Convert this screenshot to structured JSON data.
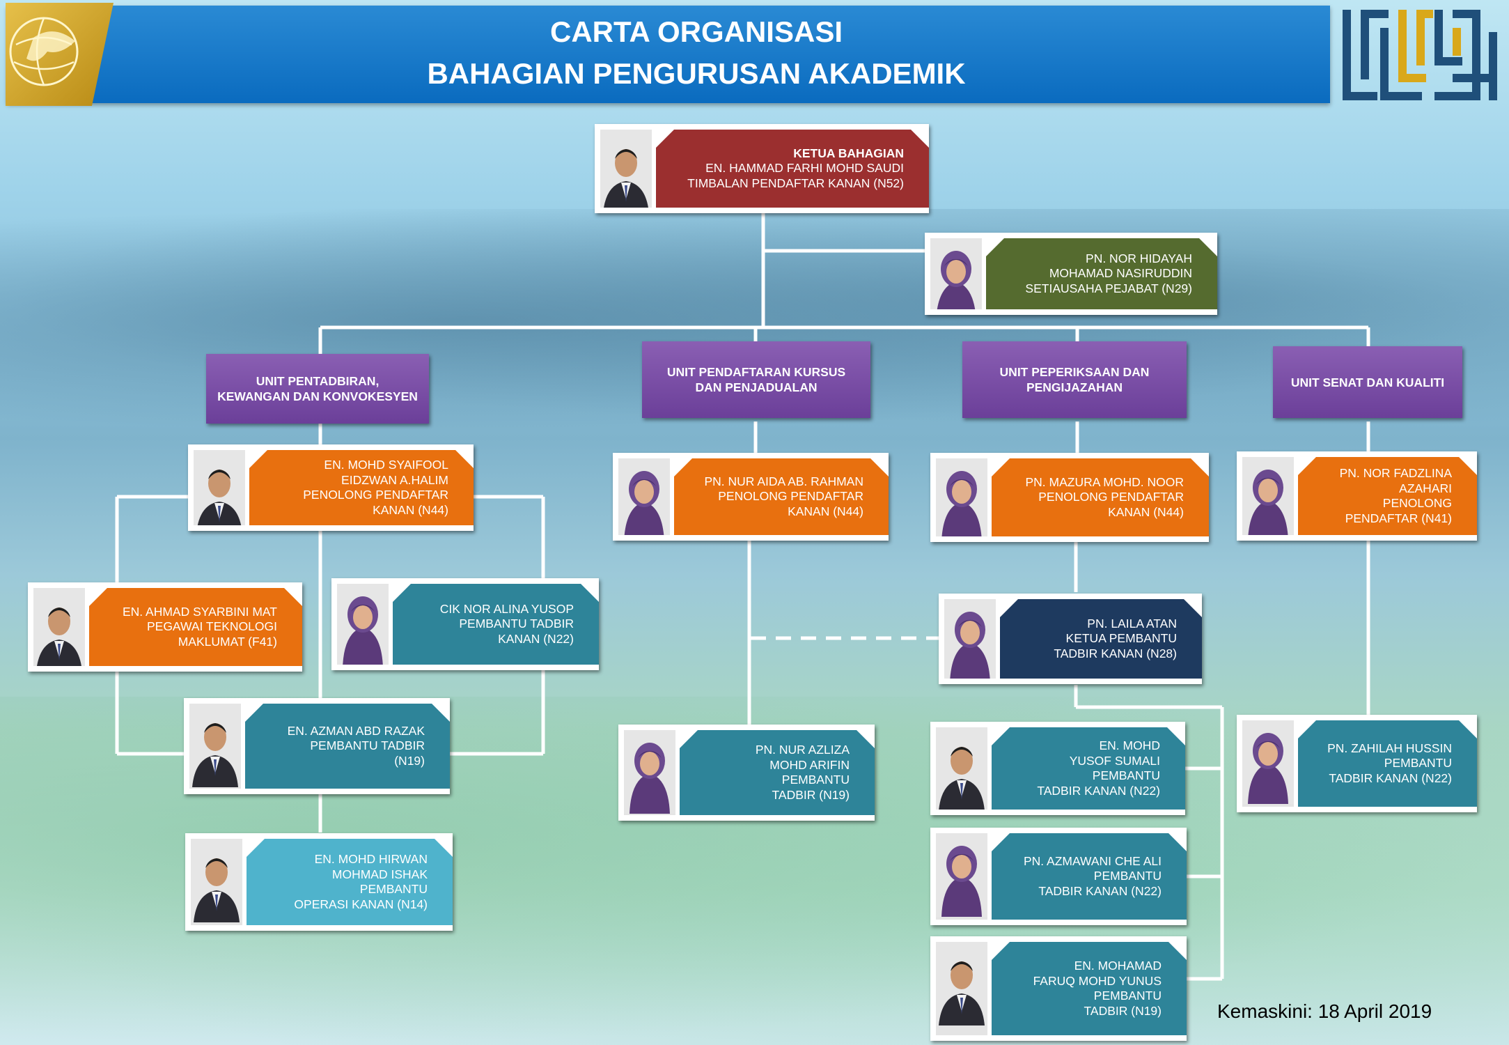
{
  "header": {
    "title_line1": "CARTA ORGANISASI",
    "title_line2": "BAHAGIAN PENGURUSAN AKADEMIK"
  },
  "colors": {
    "head": "#9b2f2f",
    "secretary": "#556b2f",
    "unit": "#7a4fa6",
    "officer": "#e8700f",
    "staff": "#2e8499",
    "chief_clerk": "#1e3a5f",
    "operations": "#4fb3cc"
  },
  "units": {
    "admin": {
      "line1": "UNIT PENTADBIRAN,",
      "line2": "KEWANGAN DAN KONVOKESYEN"
    },
    "registration": {
      "line1": "UNIT PENDAFTARAN KURSUS",
      "line2": "DAN PENJADUALAN"
    },
    "exams": {
      "line1": "UNIT PEPERIKSAAN DAN",
      "line2": "PENGIJAZAHAN"
    },
    "senate": {
      "line1": "UNIT SENAT DAN KUALITI"
    }
  },
  "people": {
    "head": {
      "lines": [
        "KETUA BAHAGIAN",
        "EN. HAMMAD FARHI MOHD SAUDI",
        "TIMBALAN PENDAFTAR KANAN (N52)"
      ]
    },
    "secretary": {
      "lines": [
        "PN. NOR HIDAYAH",
        "MOHAMAD NASIRUDDIN",
        "SETIAUSAHA PEJABAT (N29)"
      ]
    },
    "syaifool": {
      "lines": [
        "EN. MOHD SYAIFOOL",
        "EIDZWAN A.HALIM",
        "PENOLONG PENDAFTAR",
        "KANAN (N44)"
      ]
    },
    "syarbini": {
      "lines": [
        "EN. AHMAD SYARBINI MAT",
        "PEGAWAI TEKNOLOGI",
        "MAKLUMAT (F41)"
      ]
    },
    "alina": {
      "lines": [
        "CIK NOR ALINA YUSOP",
        "PEMBANTU TADBIR",
        "KANAN (N22)"
      ]
    },
    "azman": {
      "lines": [
        "EN. AZMAN ABD RAZAK",
        "PEMBANTU TADBIR",
        "(N19)"
      ]
    },
    "hirwan": {
      "lines": [
        "EN. MOHD HIRWAN",
        "MOHMAD ISHAK",
        "PEMBANTU",
        "OPERASI KANAN (N14)"
      ]
    },
    "aida": {
      "lines": [
        "PN. NUR AIDA AB. RAHMAN",
        "PENOLONG PENDAFTAR",
        "KANAN (N44)"
      ]
    },
    "azliza": {
      "lines": [
        "PN. NUR AZLIZA",
        "MOHD ARIFIN",
        "PEMBANTU",
        "TADBIR (N19)"
      ]
    },
    "mazura": {
      "lines": [
        "PN. MAZURA MOHD. NOOR",
        "PENOLONG PENDAFTAR",
        "KANAN (N44)"
      ]
    },
    "laila": {
      "lines": [
        "PN. LAILA ATAN",
        "KETUA PEMBANTU",
        "TADBIR KANAN (N28)"
      ]
    },
    "yusof": {
      "lines": [
        "EN. MOHD",
        "YUSOF SUMALI",
        "PEMBANTU",
        "TADBIR KANAN (N22)"
      ]
    },
    "azmawani": {
      "lines": [
        "PN. AZMAWANI CHE ALI",
        "PEMBANTU",
        "TADBIR KANAN (N22)"
      ]
    },
    "faruq": {
      "lines": [
        "EN. MOHAMAD",
        "FARUQ MOHD YUNUS",
        "PEMBANTU",
        "TADBIR (N19)"
      ]
    },
    "fadzlina": {
      "lines": [
        "PN. NOR FADZLINA",
        "AZAHARI",
        "PENOLONG",
        "PENDAFTAR (N41)"
      ]
    },
    "zahilah": {
      "lines": [
        "PN. ZAHILAH HUSSIN",
        "PEMBANTU",
        "TADBIR KANAN (N22)"
      ]
    }
  },
  "footer": {
    "updated": "Kemaskini: 18 April 2019"
  }
}
